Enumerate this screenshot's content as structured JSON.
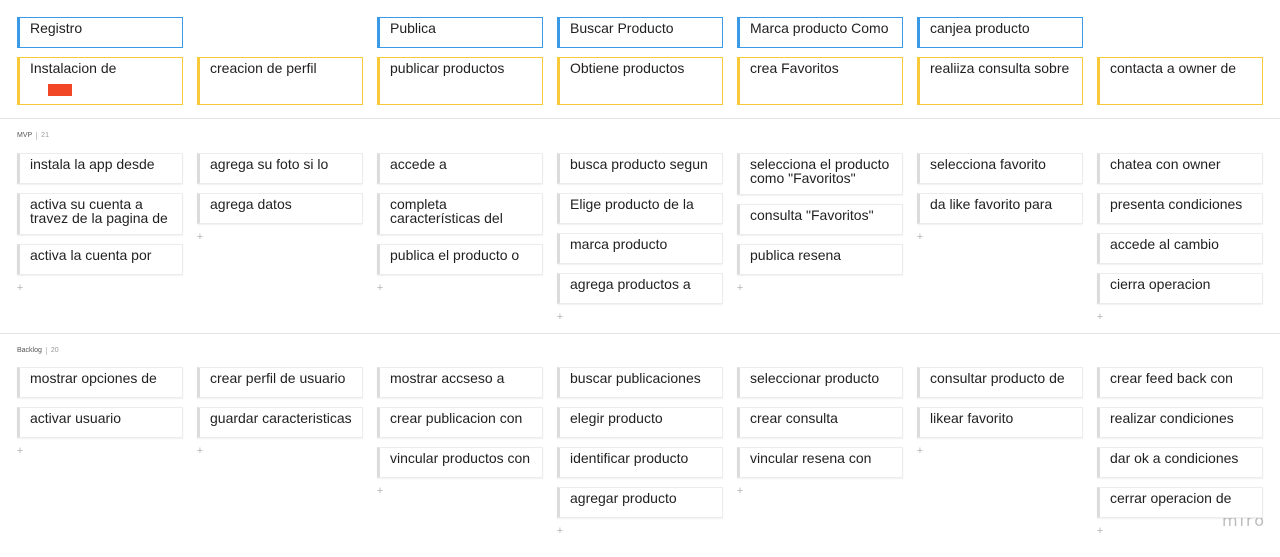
{
  "activities": [
    "Registro",
    "",
    "Publica",
    "Buscar Producto",
    "Marca producto Como",
    "canjea producto",
    ""
  ],
  "steps": [
    "Instalacion de",
    "creacion de perfil",
    "publicar productos",
    "Obtiene productos",
    "crea Favoritos",
    "realiiza consulta sobre",
    "contacta a owner de"
  ],
  "lanes": [
    {
      "name": "MVP",
      "count": "21",
      "columns": [
        [
          " instala la app desde",
          "activa su cuenta a travez de la pagina de",
          "activa la cuenta por"
        ],
        [
          "agrega su foto si lo",
          "agrega datos"
        ],
        [
          " accede a",
          "completa características del",
          " publica el producto o"
        ],
        [
          "busca producto segun",
          "Elige producto de la",
          "marca producto",
          "agrega productos a"
        ],
        [
          "selecciona el producto como \"Favoritos\"",
          "consulta \"Favoritos\"",
          "publica resena"
        ],
        [
          "selecciona favorito",
          "da like favorito para"
        ],
        [
          "chatea con owner",
          "presenta condiciones",
          "accede al cambio",
          "cierra operacion"
        ]
      ]
    },
    {
      "name": "Backlog",
      "count": "20",
      "columns": [
        [
          "mostrar opciones de",
          "activar usuario"
        ],
        [
          "crear perfil de usuario",
          "guardar caracteristicas"
        ],
        [
          "mostrar accseso a",
          "crear publicacion con",
          "vincular productos con"
        ],
        [
          "buscar publicaciones",
          "elegir producto",
          "identificar producto",
          "agregar producto"
        ],
        [
          "seleccionar producto",
          "crear consulta",
          "vincular resena con"
        ],
        [
          "consultar producto de",
          "likear favorito"
        ],
        [
          "crear feed back con",
          "realizar condiciones",
          "dar ok a condiciones",
          "cerrar operacion de"
        ]
      ]
    }
  ],
  "icons": {
    "add": "plus-icon",
    "label_tag": "red-label-tag"
  },
  "colors": {
    "activity": "#3a9ae8",
    "step": "#f7c93b",
    "tag": "#f24726"
  },
  "logo": "miro"
}
